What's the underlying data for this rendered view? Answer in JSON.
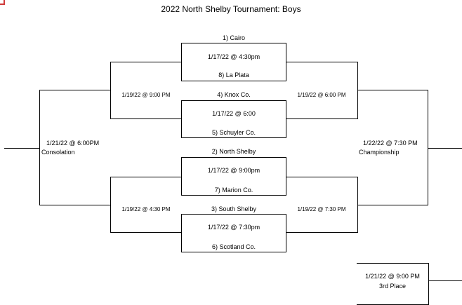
{
  "title": "2022 North Shelby Tournament:  Boys",
  "first_round": [
    {
      "top_team": "1) Cairo",
      "game_time": "1/17/22 @ 4:30pm",
      "bottom_team": "8) La Plata"
    },
    {
      "top_team": "4) Knox Co.",
      "game_time": "1/17/22 @ 6:00",
      "bottom_team": "5) Schuyler Co."
    },
    {
      "top_team": "2) North Shelby",
      "game_time": "1/17/22 @ 9:00pm",
      "bottom_team": "7) Marion Co."
    },
    {
      "top_team": "3) South Shelby",
      "game_time": "1/17/22 @ 7:30pm",
      "bottom_team": "6) Scotland Co."
    }
  ],
  "consolation_semis": {
    "top": "1/19/22 @ 9:00 PM",
    "bottom": "1/19/22 @ 4:30 PM"
  },
  "championship_semis": {
    "top": "1/19/22 @ 6:00 PM",
    "bottom": "1/19/22 @ 7:30 PM"
  },
  "consolation": {
    "time": "1/21/22 @ 6:00PM",
    "label": "Consolation"
  },
  "championship": {
    "time": "1/22/22 @ 7:30 PM",
    "label": "Championship"
  },
  "third_place": {
    "time": "1/21/22 @ 9:00 PM",
    "label": "3rd Place"
  }
}
